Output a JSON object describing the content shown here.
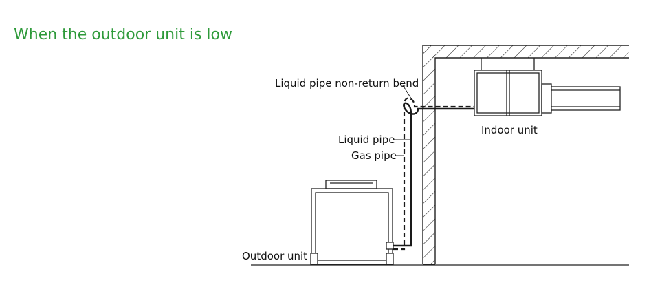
{
  "title": "When the outdoor unit is low",
  "labels": {
    "non_return_bend": "Liquid pipe non-return bend",
    "liquid_pipe": "Liquid pipe",
    "gas_pipe": "Gas pipe",
    "indoor_unit": "Indoor unit",
    "outdoor_unit": "Outdoor unit"
  },
  "colors": {
    "title": "#2e9a3a",
    "line": "#1a1a1a"
  }
}
